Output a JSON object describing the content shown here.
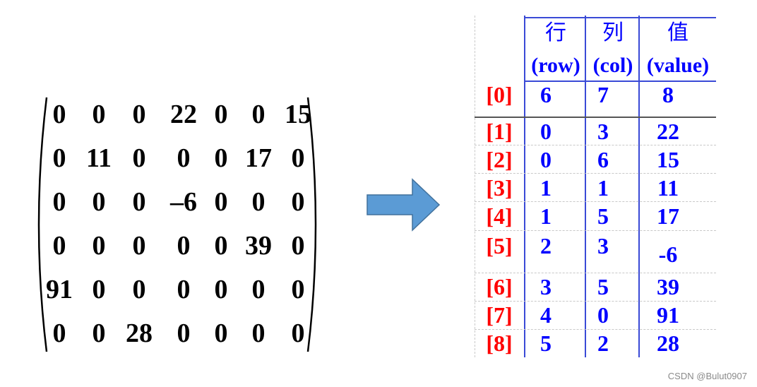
{
  "matrix": {
    "rows": [
      [
        "0",
        "0",
        "0",
        "22",
        "0",
        "0",
        "15"
      ],
      [
        "0",
        "11",
        "0",
        "0",
        "0",
        "17",
        "0"
      ],
      [
        "0",
        "0",
        "0",
        "–6",
        "0",
        "0",
        "0"
      ],
      [
        "0",
        "0",
        "0",
        "0",
        "0",
        "39",
        "0"
      ],
      [
        "91",
        "0",
        "0",
        "0",
        "0",
        "0",
        "0"
      ],
      [
        "0",
        "0",
        "28",
        "0",
        "0",
        "0",
        "0"
      ]
    ]
  },
  "arrow": {
    "icon": "right-arrow-icon",
    "fill": "#5b9bd5",
    "stroke": "#41719c"
  },
  "table": {
    "headers": [
      {
        "cn": "行",
        "en": "(row)"
      },
      {
        "cn": "列",
        "en": "(col)"
      },
      {
        "cn": "值",
        "en": "(value)"
      }
    ],
    "rows": [
      {
        "idx": "[0]",
        "row": "6",
        "col": "7",
        "value": "8"
      },
      {
        "idx": "[1]",
        "row": "0",
        "col": "3",
        "value": "22"
      },
      {
        "idx": "[2]",
        "row": "0",
        "col": "6",
        "value": "15"
      },
      {
        "idx": "[3]",
        "row": "1",
        "col": "1",
        "value": "11"
      },
      {
        "idx": "[4]",
        "row": "1",
        "col": "5",
        "value": "17"
      },
      {
        "idx": "[5]",
        "row": "2",
        "col": "3",
        "value": "-6"
      },
      {
        "idx": "[6]",
        "row": "3",
        "col": "5",
        "value": "39"
      },
      {
        "idx": "[7]",
        "row": "4",
        "col": "0",
        "value": "91"
      },
      {
        "idx": "[8]",
        "row": "5",
        "col": "2",
        "value": "28"
      }
    ],
    "colors": {
      "index": "#ff0000",
      "value": "#0000ff",
      "lines": "#3a4ad6"
    }
  },
  "watermark": "CSDN @Bulut0907"
}
